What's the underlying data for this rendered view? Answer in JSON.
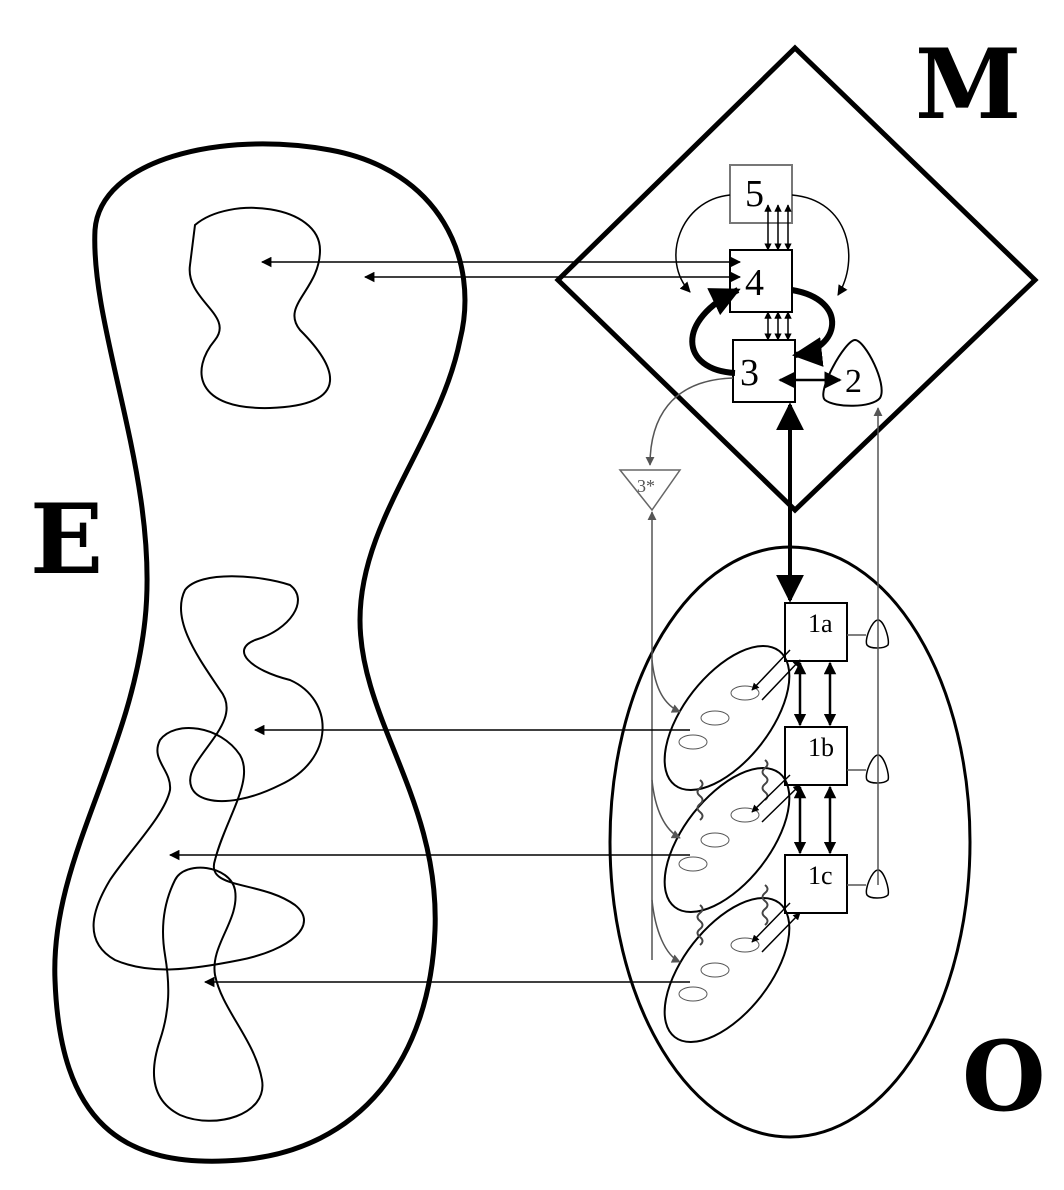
{
  "labels": {
    "metasystem": "M",
    "environment": "E",
    "operations": "O"
  },
  "systems": {
    "s5": "5",
    "s4": "4",
    "s3": "3",
    "s2": "2",
    "s3star": "3*",
    "s1a": "1a",
    "s1b": "1b",
    "s1c": "1c"
  },
  "colors": {
    "ink": "#000000",
    "light_ink": "#555555",
    "background": "#ffffff"
  }
}
